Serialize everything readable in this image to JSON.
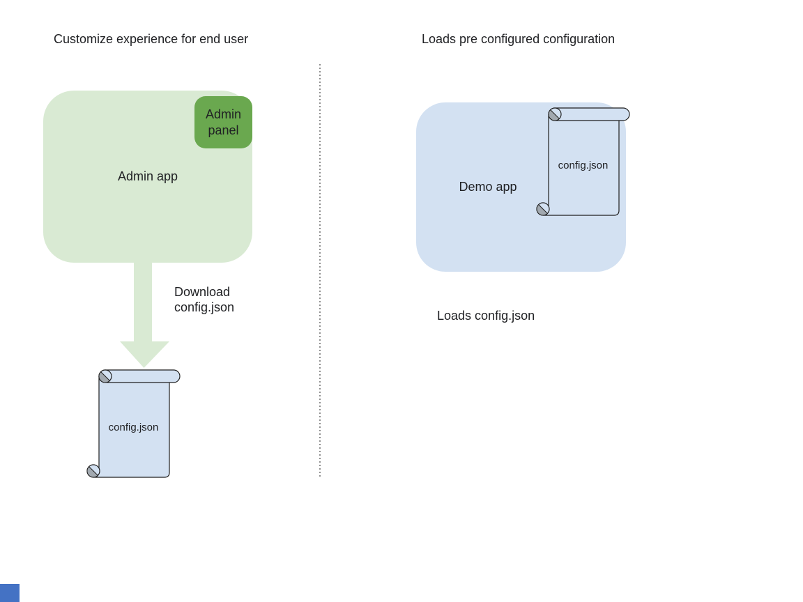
{
  "left_panel": {
    "heading": "Customize experience for end user",
    "admin_app_label": "Admin app",
    "admin_panel_label": "Admin panel",
    "arrow_label": "Download config.json",
    "scroll_label": "config.json"
  },
  "right_panel": {
    "heading": "Loads pre configured configuration",
    "demo_app_label": "Demo app",
    "scroll_label": "config.json",
    "caption": "Loads config.json"
  },
  "colors": {
    "light_green": "#d9ead3",
    "green": "#6aa84f",
    "light_blue": "#d3e1f2",
    "curl_gray": "#a2a9b0",
    "outline": "#1f1f1f",
    "text": "#202124",
    "divider_gray": "#8f8f8f",
    "corner_blue": "#4472c4"
  }
}
